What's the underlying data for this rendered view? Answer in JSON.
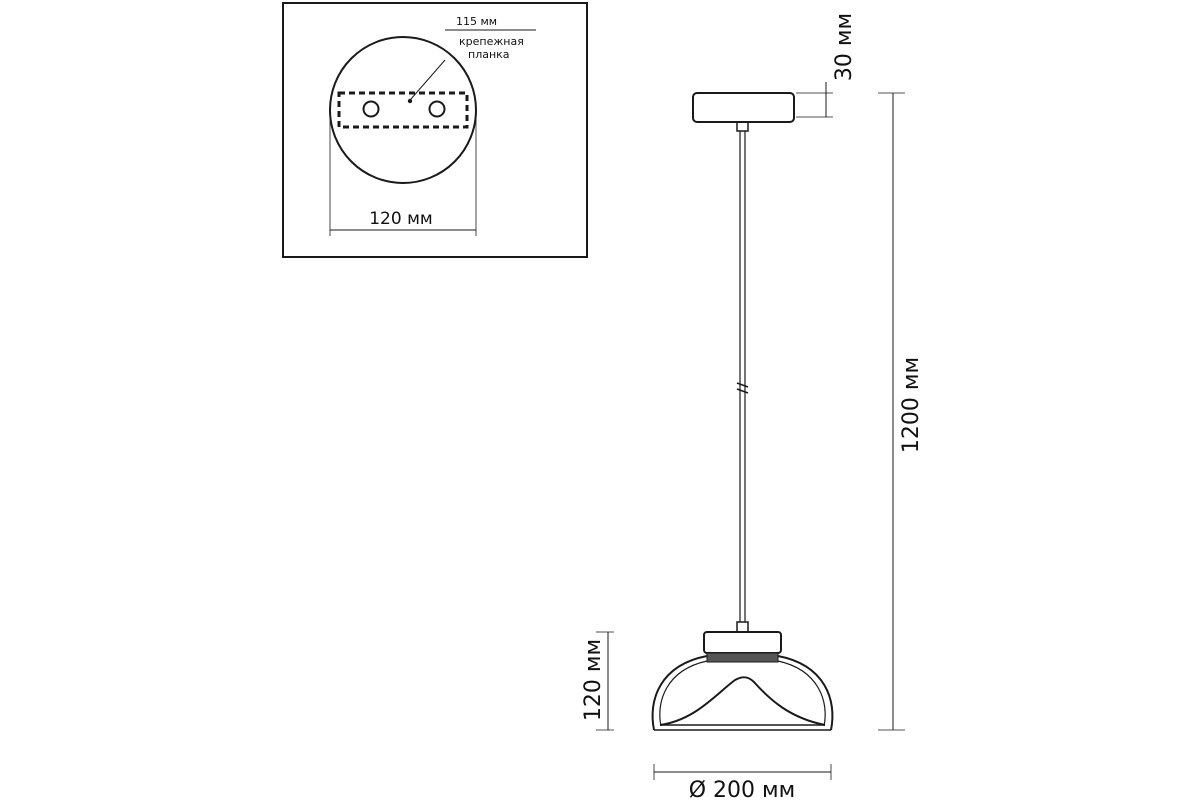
{
  "mount_inset": {
    "bar_width_label": "115 мм",
    "bracket_label_line1": "крепежная",
    "bracket_label_line2": "планка",
    "canopy_diameter_label": "120 мм"
  },
  "lamp": {
    "canopy_height_label": "30 мм",
    "total_length_label": "1200 мм",
    "shade_height_label": "120 мм",
    "shade_diameter_label": "Ø 200 мм"
  },
  "colors": {
    "line": "#1a1a1a",
    "shade_band": "#555555"
  }
}
